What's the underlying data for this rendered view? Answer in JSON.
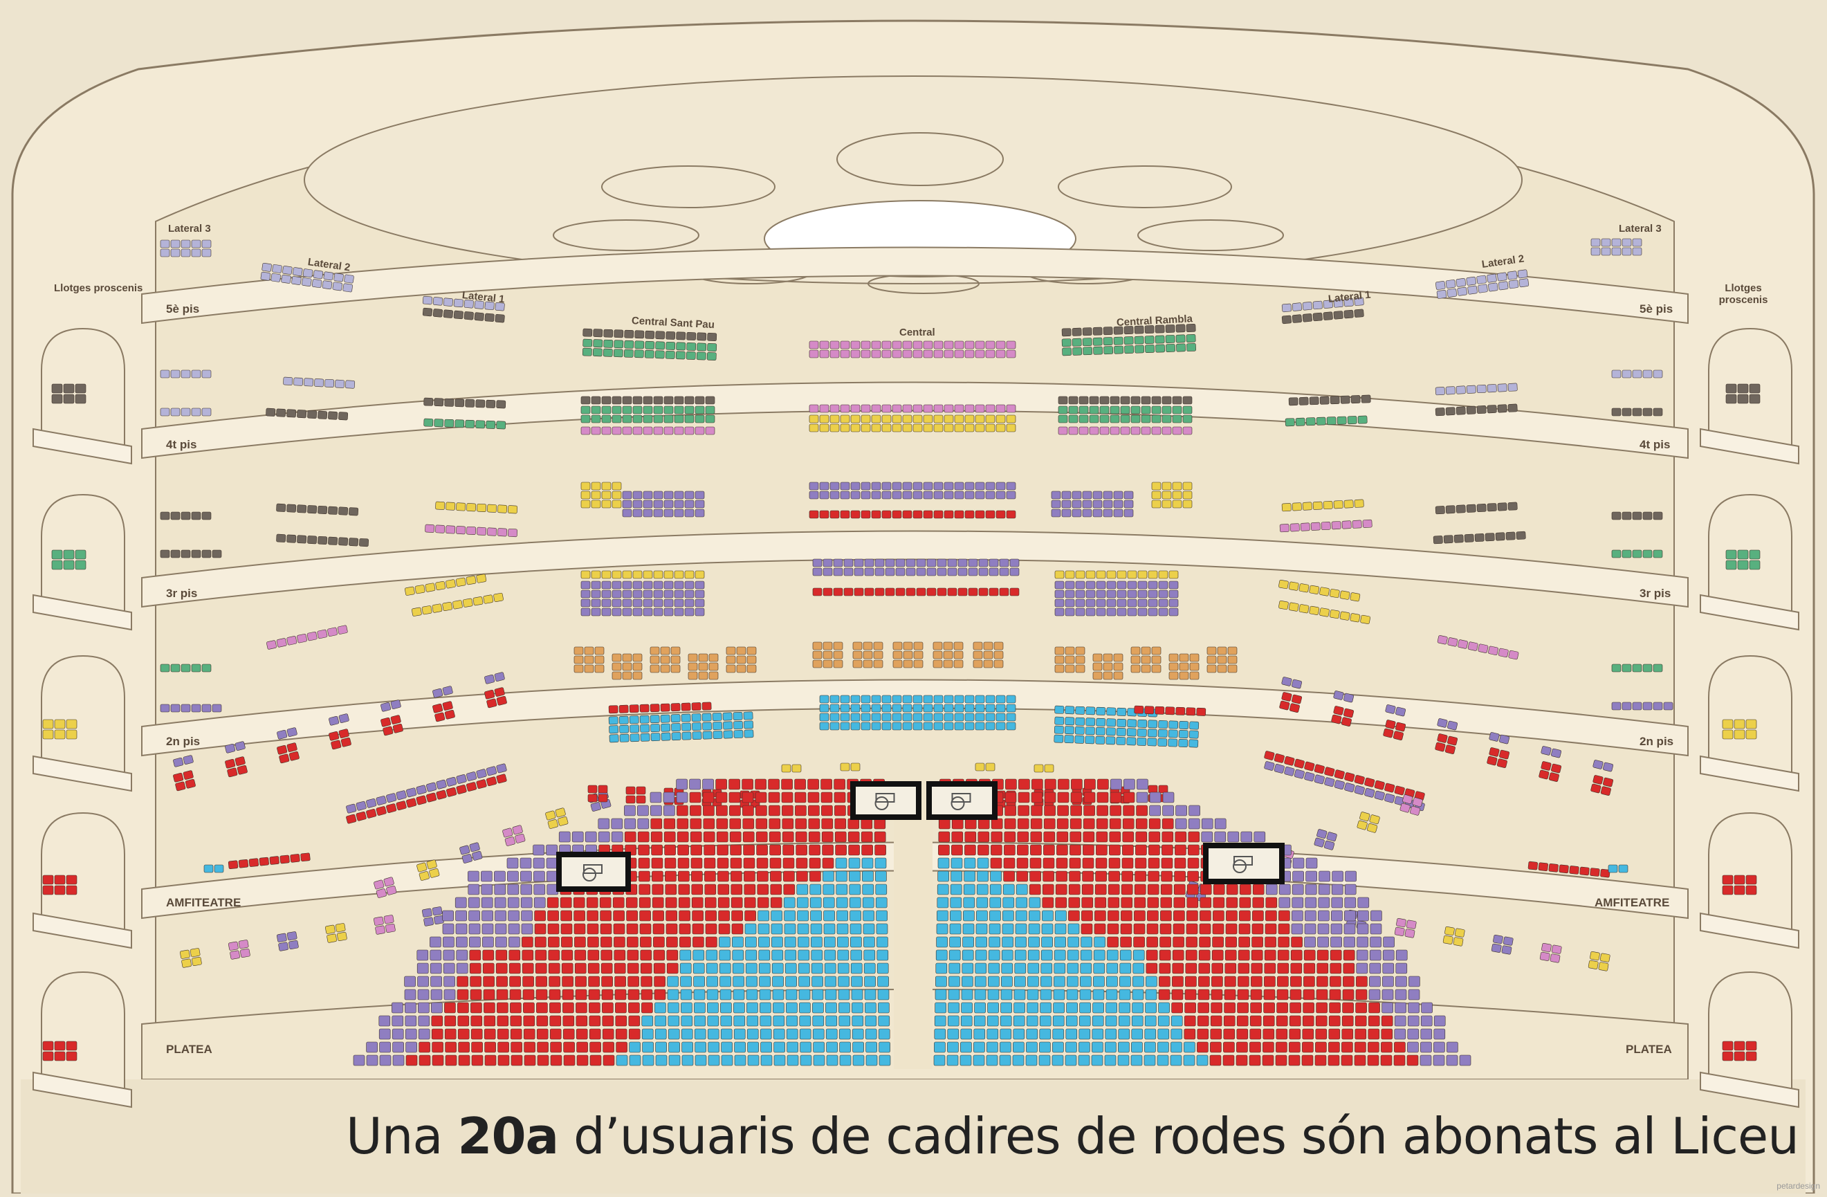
{
  "levels": {
    "fifth": "5è pis",
    "fourth": "4t pis",
    "third": "3r pis",
    "second": "2n pis",
    "amfiteatre": "AMFITEATRE",
    "platea": "PLATEA"
  },
  "sections": {
    "lateral3": "Lateral 3",
    "lateral2": "Lateral 2",
    "lateral1": "Lateral 1",
    "central_sant_pau": "Central Sant Pau",
    "central": "Central",
    "central_rambla": "Central Rambla"
  },
  "boxes": {
    "llotges_proscenis": "Llotges proscenis"
  },
  "caption": {
    "prefix": "Una ",
    "highlight": "20a",
    "suffix": " d’usuaris de cadires de rodes són abonats al Liceu"
  },
  "credit": "petardesign",
  "colors": {
    "shell": "#f3ead5",
    "outline": "#8a7a63",
    "red": "#d82a2a",
    "blue": "#45b8e0",
    "purple": "#8f7ec1",
    "orange": "#e0a25d",
    "yellow": "#ecd04a",
    "green": "#58b07f",
    "pink": "#d58ac7",
    "grey": "#6f665d",
    "lavender": "#b4b3d8",
    "highlight_box": "#111111"
  }
}
